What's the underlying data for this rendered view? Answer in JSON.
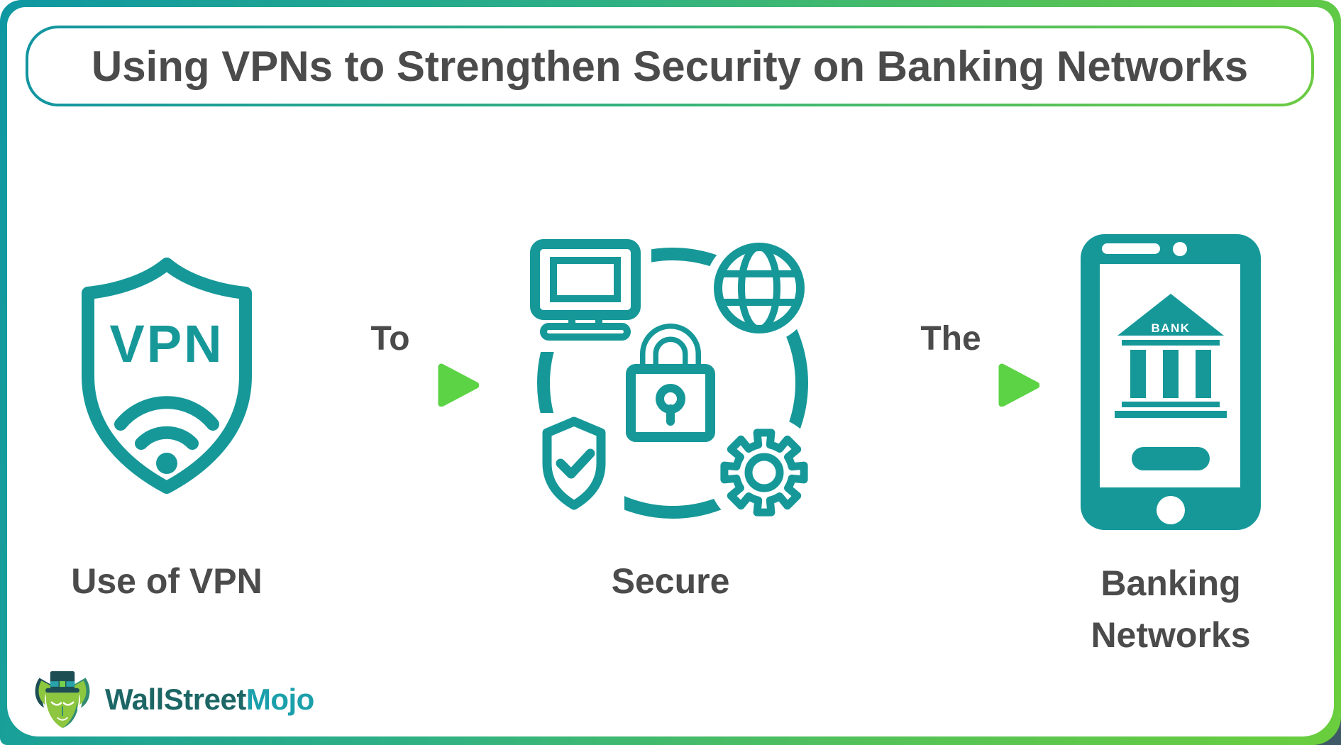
{
  "header": {
    "title": "Using VPNs to Strengthen Security on Banking Networks"
  },
  "flow": {
    "step1_label": "Use of VPN",
    "arrow1_label": "To",
    "step2_label": "Secure",
    "arrow2_label": "The",
    "step3_label": "Banking Networks"
  },
  "icons": {
    "vpn_text": "VPN",
    "bank_text": "BANK",
    "left_icon": "vpn-shield-wifi-icon",
    "middle_icon": "security-circle-icon",
    "right_icon": "banking-smartphone-icon",
    "brand_icon": "bull-mascot-icon"
  },
  "brand": {
    "part1": "WallStreet",
    "part2": "Mojo"
  },
  "colors": {
    "accent_teal": "#169899",
    "text_dark": "#4b4b4b",
    "arrow_green": "#5bd344",
    "gradient_start": "#0e97a2",
    "gradient_end": "#6ace3d",
    "brand_dark_teal": "#1c6665",
    "brand_teal": "#1ba0ab",
    "corner_dark": "#3E5A66"
  }
}
